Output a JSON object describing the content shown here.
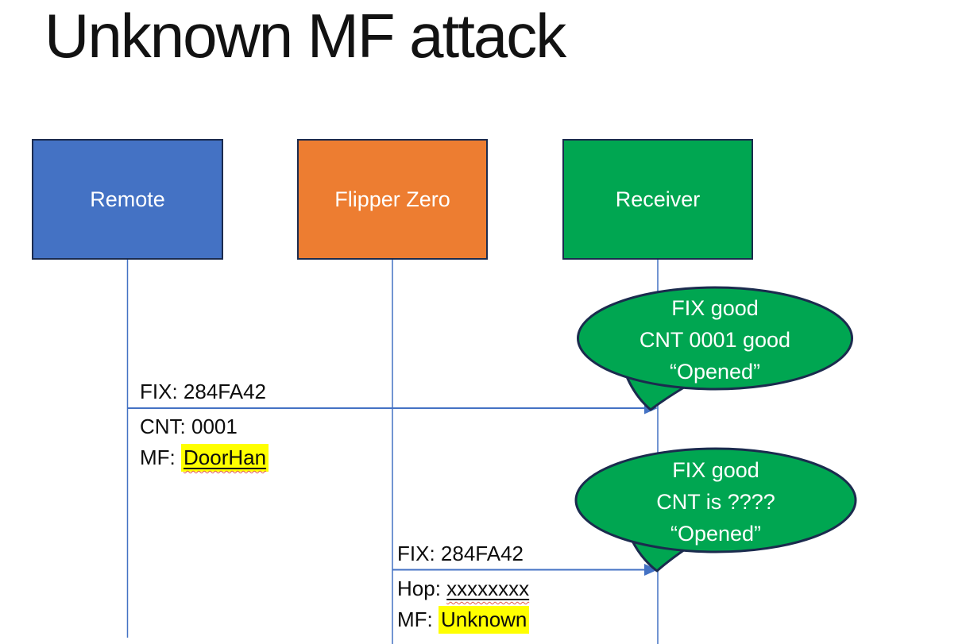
{
  "slide": {
    "title": "Unknown MF attack"
  },
  "colors": {
    "remote_fill": "#4472c4",
    "flipper_fill": "#ed7d31",
    "receiver_fill": "#00a651",
    "bubble_fill": "#00a651",
    "shape_border": "#1b2b4e",
    "connector_blue": "#4472c4",
    "highlight_yellow": "#ffff00",
    "squiggle_red": "#e05a4b"
  },
  "actors": [
    {
      "label": "Remote"
    },
    {
      "label": "Flipper Zero"
    },
    {
      "label": "Receiver"
    }
  ],
  "messages": [
    {
      "above": "FIX: 284FA42",
      "row1": {
        "label": "CNT: 0001",
        "value": ""
      },
      "row2": {
        "label": "MF: ",
        "value": "DoorHan"
      }
    },
    {
      "above": "FIX: 284FA42",
      "row1": {
        "label": "Hop: ",
        "value": "xxxxxxxx"
      },
      "row2": {
        "label": "MF: ",
        "value": "Unknown"
      }
    }
  ],
  "bubbles": [
    {
      "line1": "FIX good",
      "line2": "CNT 0001 good",
      "line3": "“Opened”"
    },
    {
      "line1": "FIX good",
      "line2": "CNT is ????",
      "line3": "“Opened”"
    }
  ]
}
